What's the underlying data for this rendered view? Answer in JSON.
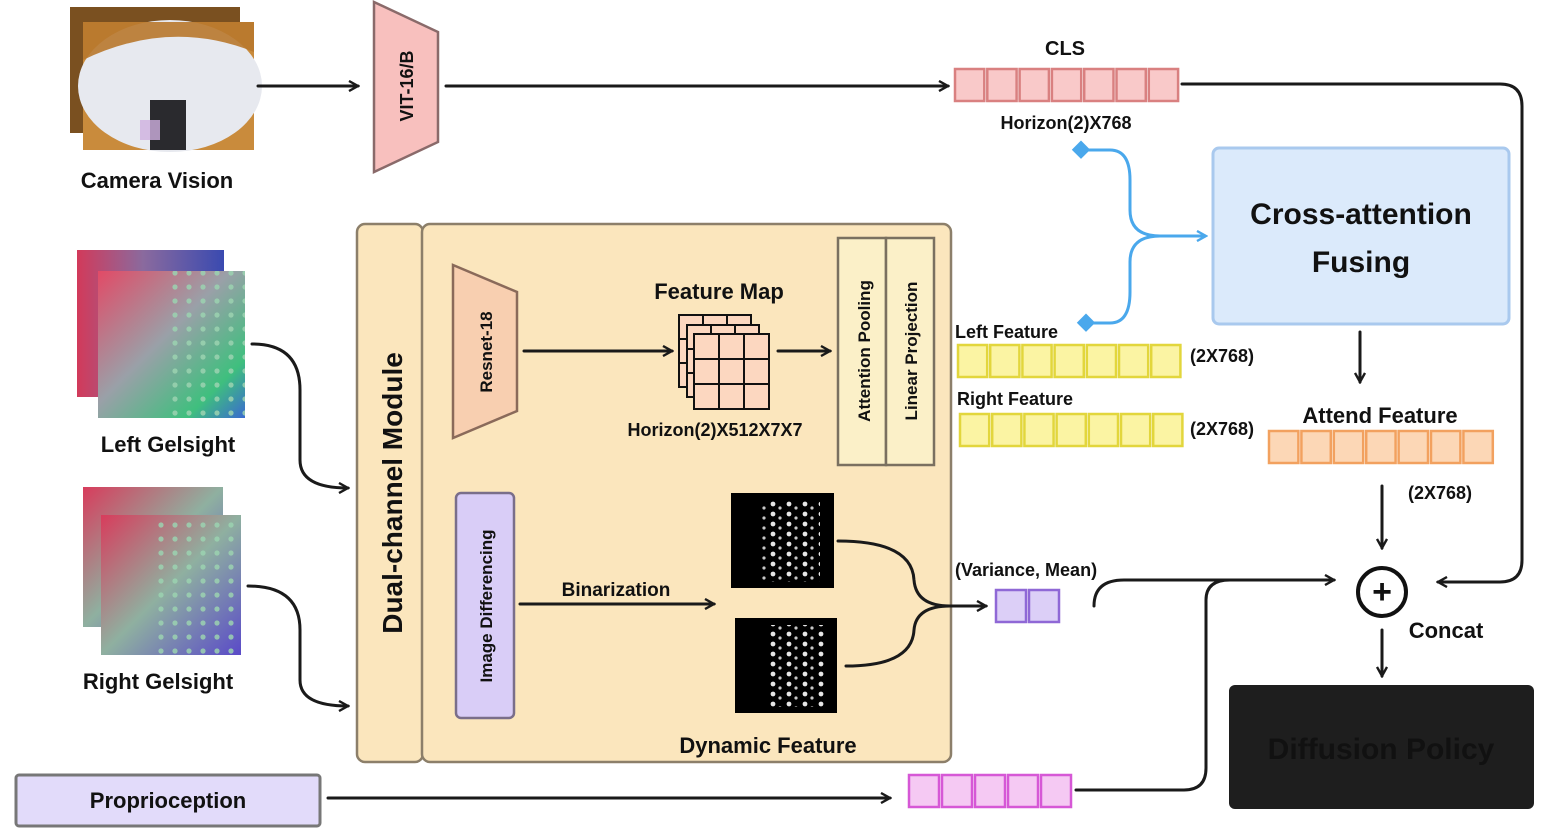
{
  "inputs": {
    "camera": "Camera Vision",
    "left_gelsight": "Left Gelsight",
    "right_gelsight": "Right Gelsight",
    "proprioception": "Proprioception"
  },
  "modules": {
    "vit": "VIT-16/B",
    "dual_channel": "Dual-channel Module",
    "resnet": "Resnet-18",
    "feature_map": "Feature Map",
    "feature_map_dims": "Horizon(2)X512X7X7",
    "attention_pooling": "Attention Pooling",
    "linear_projection": "Linear Projection",
    "image_differencing": "Image Differencing",
    "binarization": "Binarization",
    "dynamic_feature": "Dynamic Feature",
    "cross_attention_line1": "Cross-attention",
    "cross_attention_line2": "Fusing",
    "diffusion_policy": "Diffusion Policy"
  },
  "tokens": {
    "cls": "CLS",
    "cls_dims": "Horizon(2)X768",
    "left_feature": "Left Feature",
    "left_dims": "(2X768)",
    "right_feature": "Right Feature",
    "right_dims": "(2X768)",
    "attend_feature": "Attend Feature",
    "attend_dims": "(2X768)",
    "variance_mean": "(Variance, Mean)",
    "concat": "Concat",
    "concat_symbol": "+"
  },
  "colors": {
    "cls_fill": "#f9c9c9",
    "cls_stroke": "#d98080",
    "yellow_fill": "#fbf4a3",
    "yellow_stroke": "#e2d63c",
    "orange_fill": "#fcd7b6",
    "orange_stroke": "#f2a15f",
    "purple_fill": "#dccff7",
    "purple_stroke": "#8f68d6",
    "pink_fill": "#f5c9f3",
    "pink_stroke": "#d658d6",
    "module_fill": "#fbe6bd",
    "module_stroke": "#8c7f6a",
    "cross_fill": "#dbeafb",
    "cross_stroke": "#a9c9ee",
    "policy_fill": "#1e1e1e",
    "policy_text": "#ffffff",
    "arrow": "#1a1a1a",
    "blue_arrow": "#4aa8ec"
  }
}
